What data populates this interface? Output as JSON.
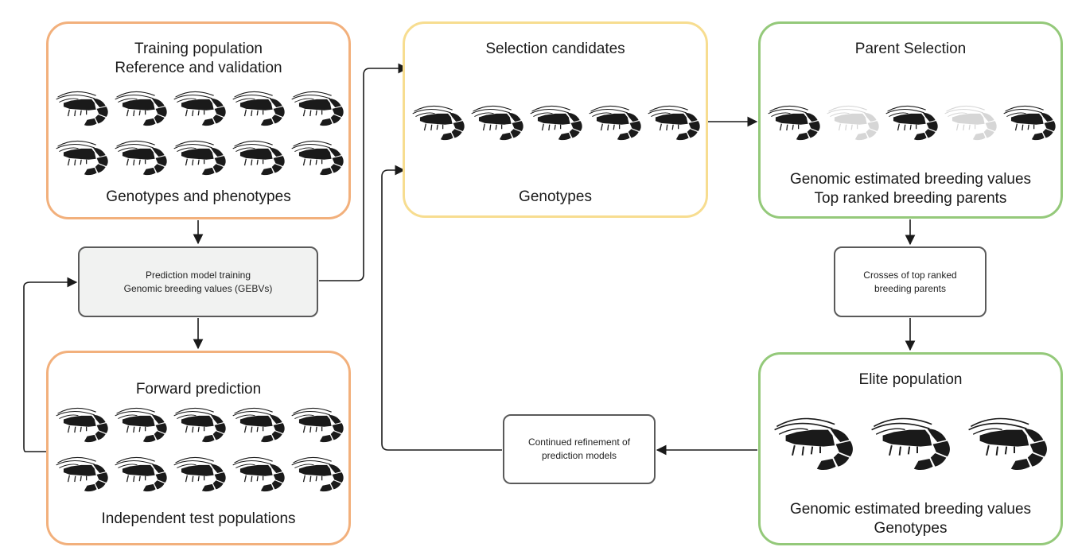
{
  "boxes": {
    "training": {
      "title": "Training population",
      "subtitle": "Reference and validation",
      "caption": "Genotypes and phenotypes"
    },
    "forward": {
      "title": "Forward prediction",
      "caption": "Independent test populations"
    },
    "selection": {
      "title": "Selection candidates",
      "caption": "Genotypes"
    },
    "parent": {
      "title": "Parent Selection",
      "caption_line1": "Genomic estimated breeding values",
      "caption_line2": "Top ranked breeding parents"
    },
    "elite": {
      "title": "Elite population",
      "caption_line1": "Genomic estimated breeding values",
      "caption_line2": "Genotypes"
    }
  },
  "steps": {
    "model": {
      "line1": "Prediction model training",
      "line2": "Genomic breeding values (GEBVs)"
    },
    "crosses": {
      "line1": "Crosses of top ranked",
      "line2": "breeding parents"
    },
    "refine": {
      "line1": "Continued refinement of",
      "line2": "prediction models"
    }
  },
  "icons": {
    "animal": "shrimp-icon",
    "selected_color": "#1a1a1a",
    "unselected_color": "#d6d6d6"
  },
  "colors": {
    "population_border": "#f2b07c",
    "candidate_border": "#f7dd90",
    "selected_border": "#94c97a",
    "step_border": "#5a5a5a",
    "model_fill": "#f1f2f1"
  }
}
